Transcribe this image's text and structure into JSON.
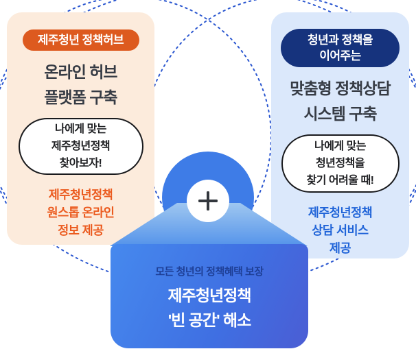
{
  "colors": {
    "dash": "#2b57d0",
    "left-card-bg": "#fcebdc",
    "badge-orange": "#dd5a1f",
    "right-card-bg": "#dbe8fb",
    "badge-navy": "#16337d",
    "title-dark": "#363b44",
    "footer-orange": "#eb5a1e",
    "footer-blue": "#2064d8",
    "circle-blue": "#3e7ce7",
    "funnel-top": "#9fc7f0",
    "funnel-bottom": "#5493ea",
    "box-grad-a": "#4689ee",
    "box-grad-b": "#3f6fe2",
    "box-grad-c": "#4b5dd4",
    "box-subtitle": "#1e3f96",
    "bubble-border": "#1a1b1e",
    "plus-dark": "#33373d"
  },
  "icons": {
    "plus": "plus-icon"
  },
  "left_card": {
    "badge_label": "제주청년 정책허브",
    "title_lines": [
      "온라인 허브",
      "플랫폼 구축"
    ],
    "bubble_lines": [
      "나에게 맞는",
      "제주청년정책",
      "찾아보자!"
    ],
    "footer_lines": [
      "제주청년정책",
      "원스톱 온라인",
      "정보 제공"
    ]
  },
  "right_card": {
    "badge_lines": [
      "청년과 정책을",
      "이어주는"
    ],
    "title_lines": [
      "맞춤형 정책상담",
      "시스템 구축"
    ],
    "bubble_lines": [
      "나에게 맞는",
      "청년정책을",
      "찾기 어려울 때!"
    ],
    "footer_lines": [
      "제주청년정책",
      "상담 서비스",
      "제공"
    ]
  },
  "center_box": {
    "subtitle": "모든 청년의 정책혜택 보장",
    "title_lines": [
      "제주청년정책",
      "'빈 공간' 해소"
    ]
  }
}
